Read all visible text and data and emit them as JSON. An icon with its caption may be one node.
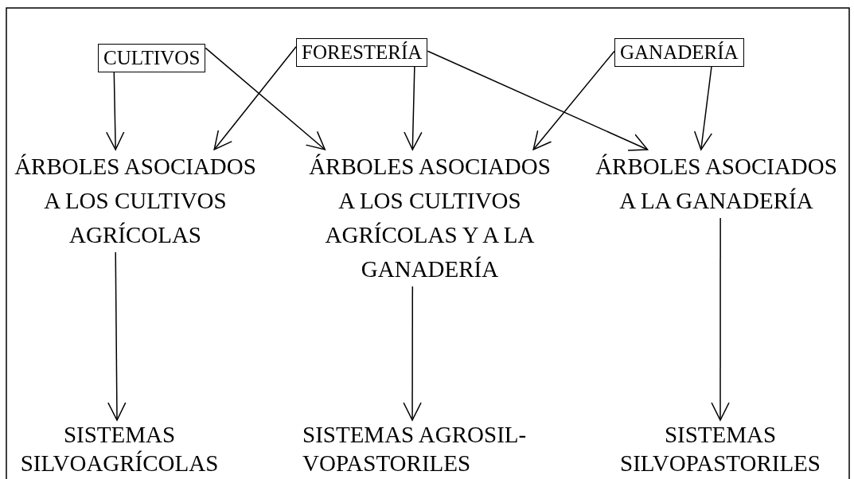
{
  "diagram": {
    "nodes": [
      {
        "text": [
          "CULTIVOS"
        ]
      },
      {
        "text": [
          "FORESTERÍA"
        ]
      },
      {
        "text": [
          "GANADERÍA"
        ]
      },
      {
        "text": [
          "ÁRBOLES ASOCIADOS A LOS CULTIVOS AGRÍCOLAS"
        ]
      },
      {
        "text": [
          "ÁRBOLES ASOCIADOS A LOS CULTIVOS AGRÍCOLAS Y A LA GANADERÍA"
        ]
      },
      {
        "text": [
          "ÁRBOLES ASOCIADOS A LA GANADERÍA"
        ]
      },
      {
        "text": [
          "SISTEMAS SILVOAGRÍCOLAS"
        ]
      },
      {
        "text": [
          "SISTEMAS AGROSIL- VOPASTORILES"
        ]
      },
      {
        "text": [
          "SISTEMAS SILVOPASTORILES"
        ]
      }
    ],
    "edges": [
      {
        "from": 0,
        "to": 3,
        "arrow": "to"
      },
      {
        "from": 0,
        "to": 4,
        "arrow": "to"
      },
      {
        "from": 1,
        "to": 3,
        "arrow": "to"
      },
      {
        "from": 1,
        "to": 4,
        "arrow": "to"
      },
      {
        "from": 1,
        "to": 5,
        "arrow": "to"
      },
      {
        "from": 2,
        "to": 4,
        "arrow": "to"
      },
      {
        "from": 2,
        "to": 5,
        "arrow": "to"
      },
      {
        "from": 3,
        "to": 6,
        "arrow": "to"
      },
      {
        "from": 4,
        "to": 7,
        "arrow": "to"
      },
      {
        "from": 5,
        "to": 8,
        "arrow": "to"
      }
    ]
  }
}
